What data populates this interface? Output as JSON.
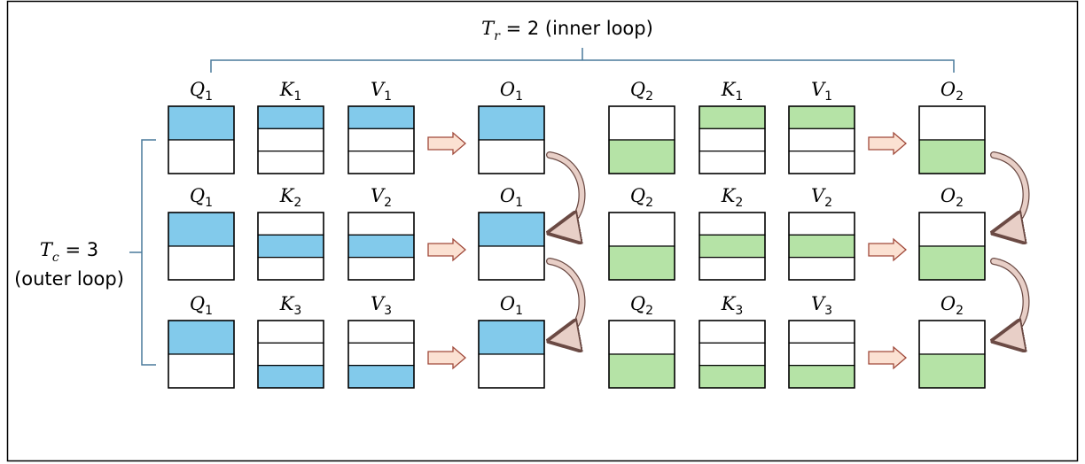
{
  "colors": {
    "blue_fill": "#82CAEB",
    "green_fill": "#B5E3A6",
    "bracket": "#4A7A9B",
    "arrow_fill": "#FBE1D2",
    "arrow_stroke": "#A0493A",
    "curve_fill": "#E8CFC7",
    "curve_stroke": "#6B4A44",
    "frame": "#000000"
  },
  "inner_loop": {
    "math": "T",
    "math_sub": "r",
    "value": " = 2",
    "text": " (inner loop)"
  },
  "outer_loop": {
    "math": "T",
    "math_sub": "c",
    "value": " = 3",
    "text": "(outer loop)"
  },
  "groups": [
    {
      "color": "blue",
      "rows": [
        {
          "blocks": [
            {
              "symbol": "Q",
              "sub": "1",
              "parts": 2,
              "filled": 0
            },
            {
              "symbol": "K",
              "sub": "1",
              "parts": 3,
              "filled": 0
            },
            {
              "symbol": "V",
              "sub": "1",
              "parts": 3,
              "filled": 0
            }
          ],
          "output": {
            "symbol": "O",
            "sub": "1",
            "parts": 2,
            "filled": 0
          }
        },
        {
          "blocks": [
            {
              "symbol": "Q",
              "sub": "1",
              "parts": 2,
              "filled": 0
            },
            {
              "symbol": "K",
              "sub": "2",
              "parts": 3,
              "filled": 1
            },
            {
              "symbol": "V",
              "sub": "2",
              "parts": 3,
              "filled": 1
            }
          ],
          "output": {
            "symbol": "O",
            "sub": "1",
            "parts": 2,
            "filled": 0
          }
        },
        {
          "blocks": [
            {
              "symbol": "Q",
              "sub": "1",
              "parts": 2,
              "filled": 0
            },
            {
              "symbol": "K",
              "sub": "3",
              "parts": 3,
              "filled": 2
            },
            {
              "symbol": "V",
              "sub": "3",
              "parts": 3,
              "filled": 2
            }
          ],
          "output": {
            "symbol": "O",
            "sub": "1",
            "parts": 2,
            "filled": 0
          }
        }
      ]
    },
    {
      "color": "green",
      "rows": [
        {
          "blocks": [
            {
              "symbol": "Q",
              "sub": "2",
              "parts": 2,
              "filled": 1
            },
            {
              "symbol": "K",
              "sub": "1",
              "parts": 3,
              "filled": 0
            },
            {
              "symbol": "V",
              "sub": "1",
              "parts": 3,
              "filled": 0
            }
          ],
          "output": {
            "symbol": "O",
            "sub": "2",
            "parts": 2,
            "filled": 1
          }
        },
        {
          "blocks": [
            {
              "symbol": "Q",
              "sub": "2",
              "parts": 2,
              "filled": 1
            },
            {
              "symbol": "K",
              "sub": "2",
              "parts": 3,
              "filled": 1
            },
            {
              "symbol": "V",
              "sub": "2",
              "parts": 3,
              "filled": 1
            }
          ],
          "output": {
            "symbol": "O",
            "sub": "2",
            "parts": 2,
            "filled": 1
          }
        },
        {
          "blocks": [
            {
              "symbol": "Q",
              "sub": "2",
              "parts": 2,
              "filled": 1
            },
            {
              "symbol": "K",
              "sub": "3",
              "parts": 3,
              "filled": 2
            },
            {
              "symbol": "V",
              "sub": "3",
              "parts": 3,
              "filled": 2
            }
          ],
          "output": {
            "symbol": "O",
            "sub": "2",
            "parts": 2,
            "filled": 1
          }
        }
      ]
    }
  ]
}
